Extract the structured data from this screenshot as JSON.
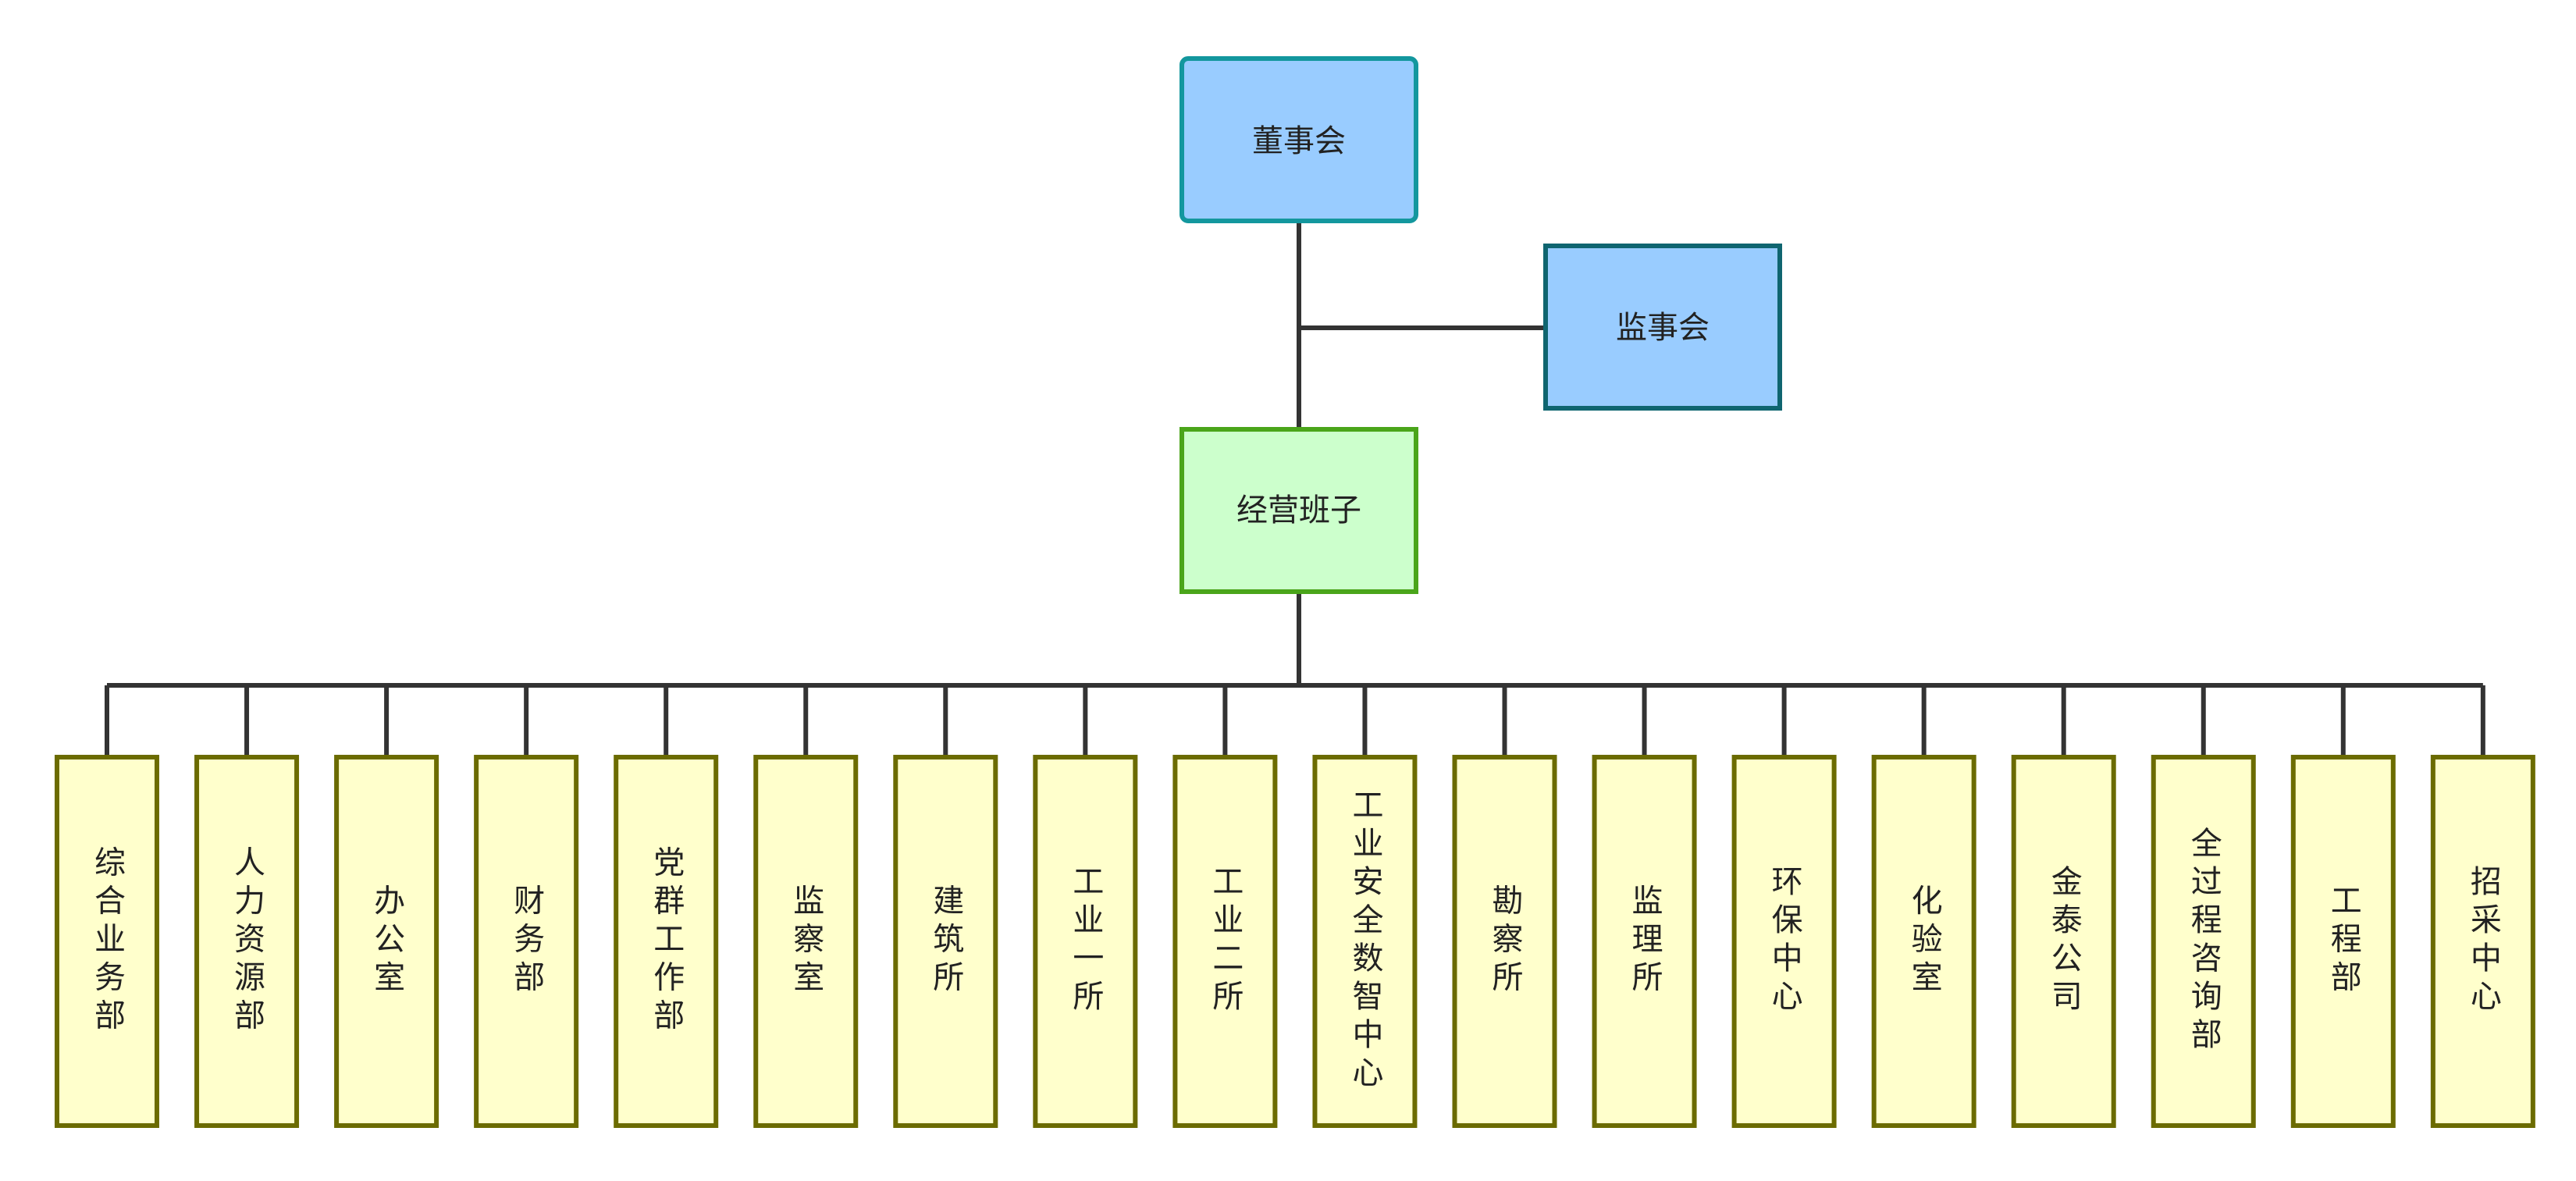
{
  "diagram": {
    "board": {
      "label": "董事会",
      "fill": "#99CCFF",
      "stroke": "#13979E"
    },
    "supervisors": {
      "label": "监事会",
      "fill": "#99CCFF",
      "stroke": "#0F6570"
    },
    "management": {
      "label": "经营班子",
      "fill": "#CCFFCC",
      "stroke": "#4AA51A"
    },
    "departments": [
      {
        "label": "综合业务部"
      },
      {
        "label": "人力资源部"
      },
      {
        "label": "办公室"
      },
      {
        "label": "财务部"
      },
      {
        "label": "党群工作部"
      },
      {
        "label": "监察室"
      },
      {
        "label": "建筑所"
      },
      {
        "label": "工业一所"
      },
      {
        "label": "工业二所"
      },
      {
        "label": "工业安全数智中心"
      },
      {
        "label": "勘察所"
      },
      {
        "label": "监理所"
      },
      {
        "label": "环保中心"
      },
      {
        "label": "化验室"
      },
      {
        "label": "金泰公司"
      },
      {
        "label": "全过程咨询部"
      },
      {
        "label": "工程部"
      },
      {
        "label": "招采中心"
      }
    ],
    "department_fill": "#FFFFCC",
    "department_stroke": "#6B6B00",
    "connector_color": "#333333"
  }
}
